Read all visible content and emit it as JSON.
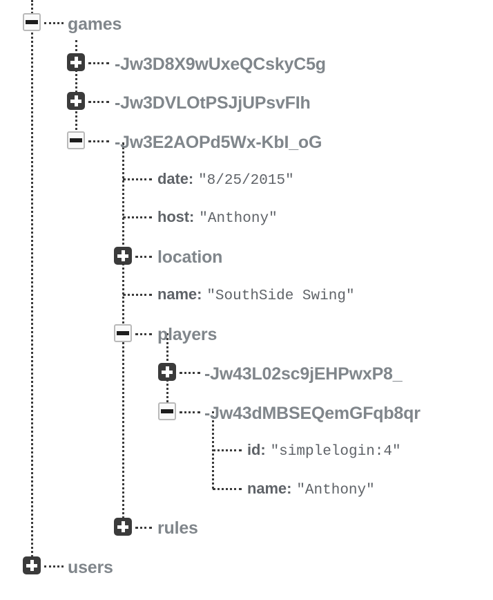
{
  "view": {
    "kind": "json-tree-viewer",
    "icon_expanded": "minus-box-icon",
    "icon_collapsed": "plus-box-icon",
    "colors": {
      "background": "#ffffff",
      "key_text": "#80868b",
      "property_key_text": "#5f6368",
      "value_text": "#5f6368",
      "connector": "#3a3a3a",
      "collapsed_icon_fill": "#3b3b3b",
      "expanded_icon_fill": "#fafafa",
      "expanded_icon_border": "#b9b9b9"
    }
  },
  "nodes": {
    "games": {
      "label": "games",
      "state": "expanded"
    },
    "game1": {
      "label": "-Jw3D8X9wUxeQCskyC5g",
      "state": "collapsed"
    },
    "game2": {
      "label": "-Jw3DVLOtPSJjUPsvFIh",
      "state": "collapsed"
    },
    "game3": {
      "label": "-Jw3E2AOPd5Wx-KbI_oG",
      "state": "expanded"
    },
    "date": {
      "key": "date:",
      "value": "\"8/25/2015\""
    },
    "host": {
      "key": "host:",
      "value": "\"Anthony\""
    },
    "location": {
      "label": "location",
      "state": "collapsed"
    },
    "name": {
      "key": "name:",
      "value": "\"SouthSide Swing\""
    },
    "players": {
      "label": "players",
      "state": "expanded"
    },
    "player1": {
      "label": "-Jw43L02sc9jEHPwxP8_",
      "state": "collapsed"
    },
    "player2": {
      "label": "-Jw43dMBSEQemGFqb8qr",
      "state": "expanded"
    },
    "player2_id": {
      "key": "id:",
      "value": "\"simplelogin:4\""
    },
    "player2_name": {
      "key": "name:",
      "value": "\"Anthony\""
    },
    "rules": {
      "label": "rules",
      "state": "collapsed"
    },
    "users": {
      "label": "users",
      "state": "collapsed"
    }
  }
}
